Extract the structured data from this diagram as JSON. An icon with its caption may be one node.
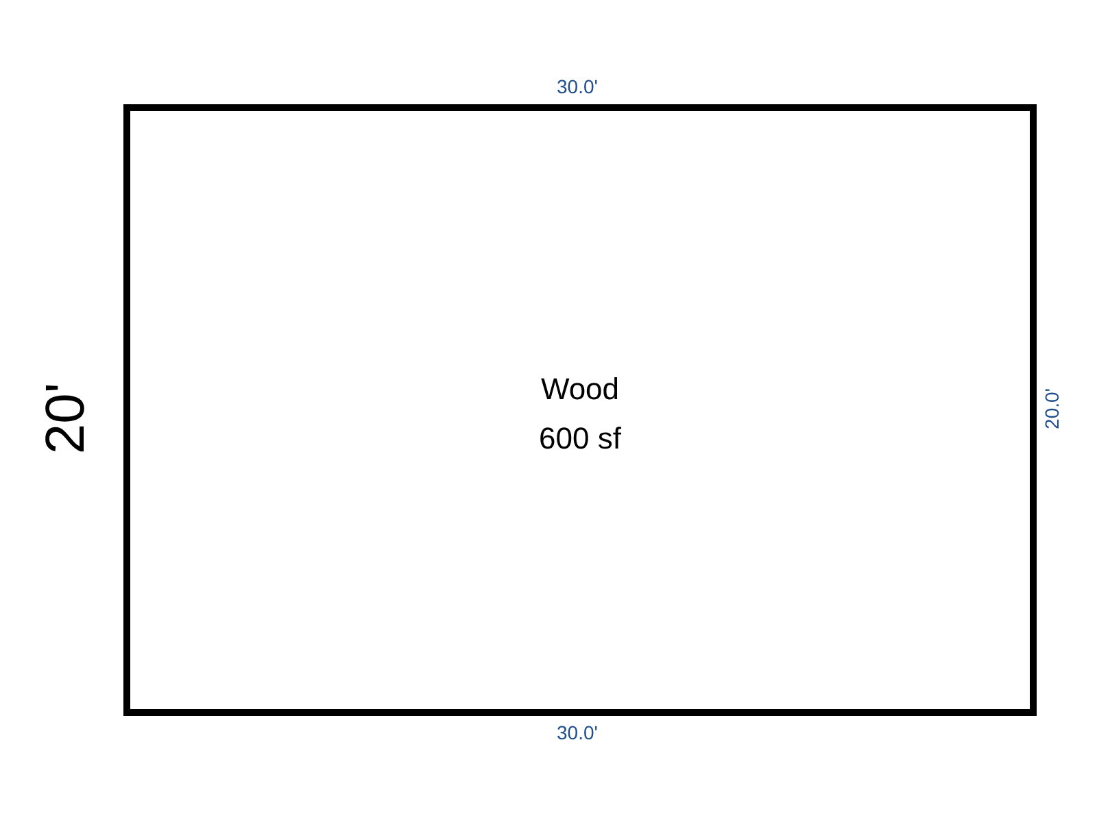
{
  "diagram": {
    "nodes": [
      {
        "text": [
          "Wood",
          "600 sf"
        ]
      }
    ],
    "labels": [
      "30.0'",
      "20'",
      "20.0'",
      "30.0'"
    ]
  }
}
